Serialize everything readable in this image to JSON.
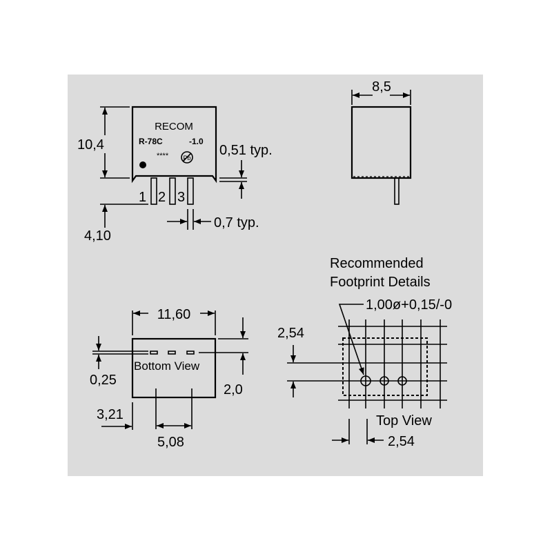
{
  "front_view": {
    "brand": "RECOM",
    "model": "R-78C",
    "variant": "-1.0",
    "date_code": "****",
    "pb_free_mark": "Pb",
    "pin_labels": [
      "1",
      "2",
      "3"
    ],
    "height_dim": "10,4",
    "pin_length_dim": "4,10",
    "pin_thickness_dim": "0,51 typ.",
    "pin_width_dim": "0,7 typ."
  },
  "side_view": {
    "width_dim": "8,5"
  },
  "bottom_view": {
    "label": "Bottom View",
    "length_dim": "11,60",
    "pin_offset_dim": "0,25",
    "pin_row_dim": "2,0",
    "edge_dim": "3,21",
    "pitch_dim": "5,08"
  },
  "footprint": {
    "title_line1": "Recommended",
    "title_line2": "Footprint Details",
    "hole_dim": "1,00ø+0,15/-0",
    "row_pitch_dim": "2,54",
    "label": "Top View",
    "col_pitch_dim": "2,54"
  }
}
